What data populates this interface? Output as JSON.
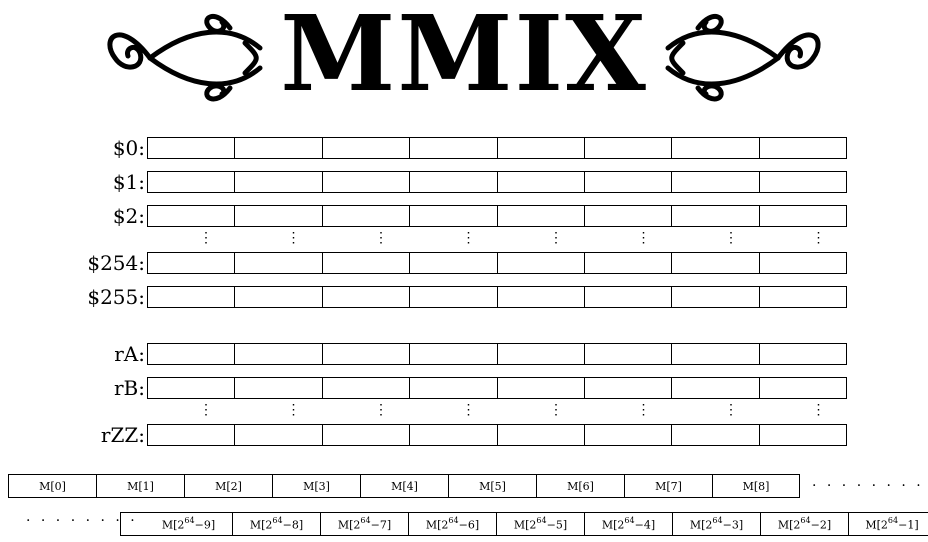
{
  "title": "MMIX",
  "registers": [
    {
      "label": "$0:"
    },
    {
      "label": "$1:"
    },
    {
      "label": "$2:"
    },
    {
      "label": "$254:"
    },
    {
      "label": "$255:"
    },
    {
      "label": "rA:"
    },
    {
      "label": "rB:"
    },
    {
      "label": "rZZ:"
    }
  ],
  "vdots_glyph": "⋮",
  "hdots": "· · · · · · · ·",
  "memory_top": [
    "M[0]",
    "M[1]",
    "M[2]",
    "M[3]",
    "M[4]",
    "M[5]",
    "M[6]",
    "M[7]",
    "M[8]"
  ],
  "memory_bottom": [
    {
      "base": "M[2",
      "exp": "64",
      "tail": "−9]"
    },
    {
      "base": "M[2",
      "exp": "64",
      "tail": "−8]"
    },
    {
      "base": "M[2",
      "exp": "64",
      "tail": "−7]"
    },
    {
      "base": "M[2",
      "exp": "64",
      "tail": "−6]"
    },
    {
      "base": "M[2",
      "exp": "64",
      "tail": "−5]"
    },
    {
      "base": "M[2",
      "exp": "64",
      "tail": "−4]"
    },
    {
      "base": "M[2",
      "exp": "64",
      "tail": "−3]"
    },
    {
      "base": "M[2",
      "exp": "64",
      "tail": "−2]"
    },
    {
      "base": "M[2",
      "exp": "64",
      "tail": "−1]"
    }
  ]
}
